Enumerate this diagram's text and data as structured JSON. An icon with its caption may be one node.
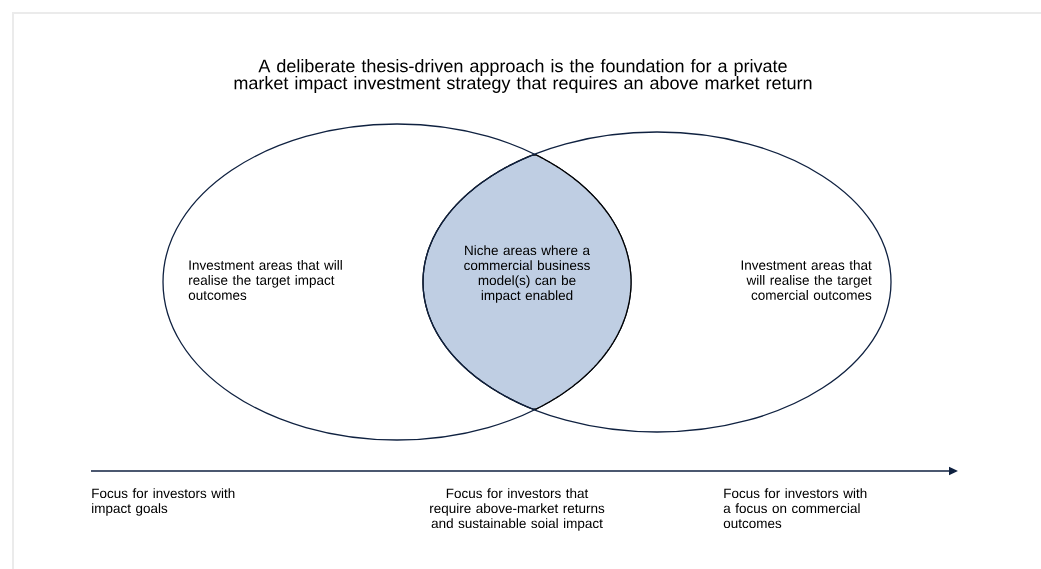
{
  "diagram": {
    "title": "A deliberate thesis-driven approach is the foundation for a private market impact investment strategy that requires an above market return",
    "nodes": [
      {
        "text": [
          "Investment areas that will realise the target impact outcomes"
        ]
      },
      {
        "text": [
          "Niche areas where a commercial business model(s) can be impact enabled"
        ]
      },
      {
        "text": [
          "Investment areas that will realise the target comercial outcomes"
        ]
      }
    ],
    "labels": [
      "Focus for investors with impact goals",
      "Focus for investors that require above-market returns and sustainable soial impact",
      "Focus for investors with a focus on commercial outcomes"
    ]
  }
}
